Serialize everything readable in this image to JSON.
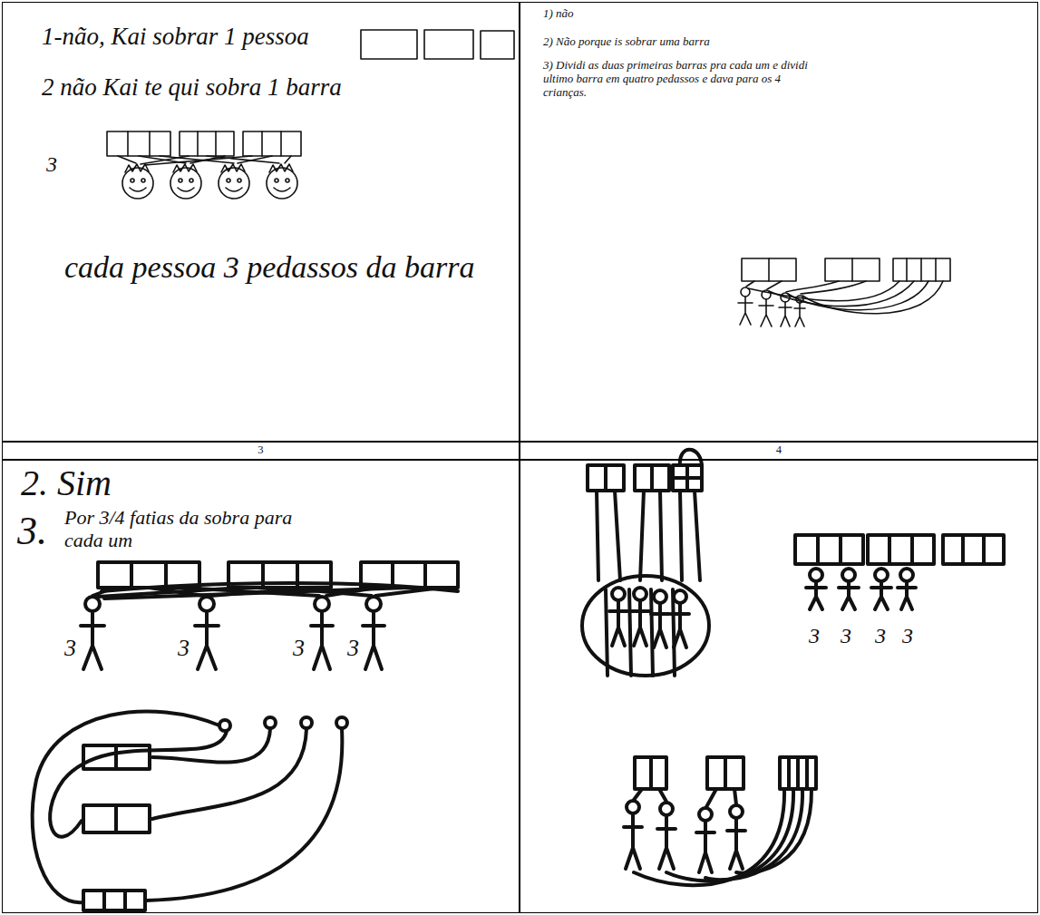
{
  "diagram": {
    "nodes": [
      {
        "text": [
          "1-não, Kai sobrar 1 pessoa",
          "2 não Kai te qui sobra 1 barra",
          "3",
          "cada pessoa 3 pedassos da barra"
        ]
      },
      {
        "text": [
          "1) não",
          "2) Não porque is sobrar uma barra",
          "3) Dividi as duas primeiras barras pra cada um e dividi ultimo barra em quatro pedassos e dava para os 4 crianças."
        ]
      },
      {
        "text": [
          "3"
        ]
      },
      {
        "text": [
          "4"
        ]
      },
      {
        "text": [
          "2. Sim",
          "3.",
          "Por 3/4 fatias da sobra para cada um",
          "3",
          "3",
          "3",
          "3"
        ]
      },
      {
        "text": [
          "3",
          "3",
          "3",
          "3"
        ]
      }
    ]
  }
}
